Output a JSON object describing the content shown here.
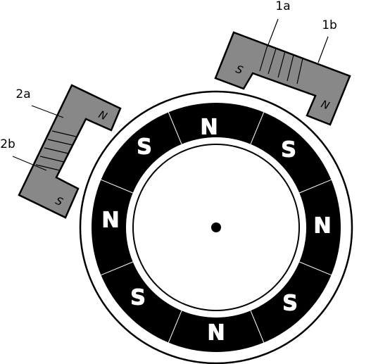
{
  "labels": {
    "coil_1a": "1a",
    "coil_1b": "1b",
    "coil_2a": "2a",
    "coil_2b": "2b"
  },
  "rotor_poles": [
    "N",
    "S",
    "N",
    "S",
    "N",
    "S",
    "N",
    "S"
  ],
  "stator_1": {
    "left_pole": "S",
    "right_pole": "N"
  },
  "stator_2": {
    "top_pole": "N",
    "bottom_pole": "S"
  },
  "colors": {
    "magnet_ring": "#000000",
    "core": "#888888",
    "outline": "#000000",
    "background": "#ffffff"
  }
}
